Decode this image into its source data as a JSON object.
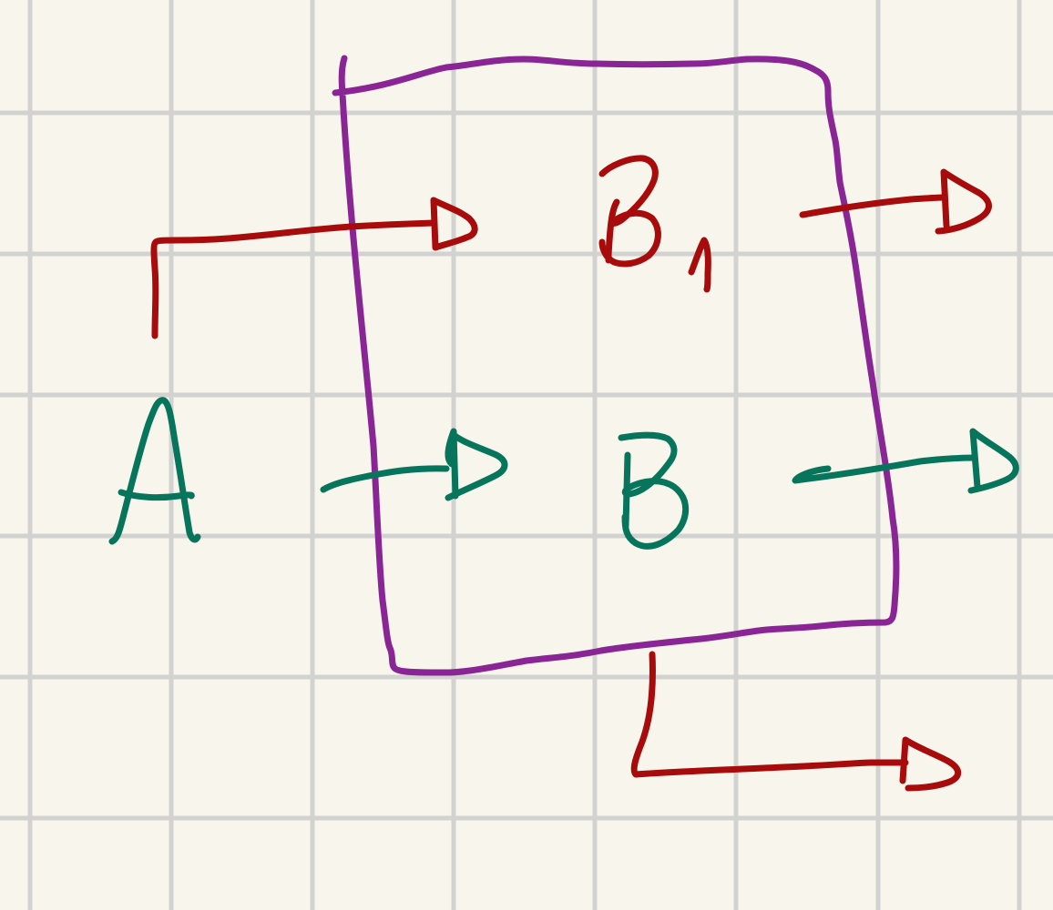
{
  "diagram": {
    "background_color": "#f8f6ec",
    "grid_color": "#d2d2d0",
    "colors": {
      "red_ink": "#a80b0b",
      "green_ink": "#07755c",
      "purple_box": "#8a2595"
    },
    "labels": {
      "input": "A",
      "output_primary": "B",
      "output_secondary": "B1"
    }
  }
}
